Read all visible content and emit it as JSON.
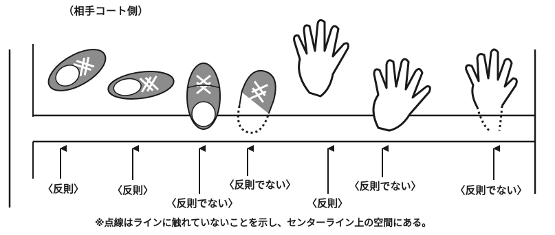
{
  "header": {
    "side_label": "（相手コート側）"
  },
  "items": [
    {
      "kind": "shoe-tilted",
      "label": "〈反則〉",
      "dotted": false
    },
    {
      "kind": "shoe-flat",
      "label": "〈反則〉",
      "dotted": false
    },
    {
      "kind": "shoe-vertical",
      "label": "〈反則でない〉",
      "dotted": false
    },
    {
      "kind": "shoe-dotted",
      "label": "〈反則でない〉",
      "dotted": true
    },
    {
      "kind": "hand-open",
      "label": "〈反則〉",
      "dotted": false
    },
    {
      "kind": "hand-on-line",
      "label": "〈反則でない〉",
      "dotted": false
    },
    {
      "kind": "hand-dotted",
      "label": "〈反則でない〉",
      "dotted": true
    }
  ],
  "footnote": "※点線はラインに触れていないことを示し、センターライン上の空間にある。",
  "colors": {
    "line": "#1a1a1a",
    "shoe_fill": "#8c8c8c",
    "shoe_sole": "#ffffff"
  }
}
